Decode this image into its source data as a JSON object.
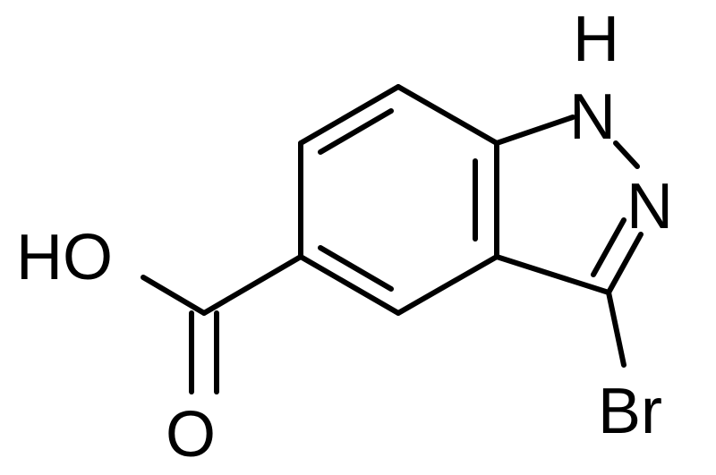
{
  "molecule": {
    "atoms": {
      "h_top": "H",
      "n1": "N",
      "n2": "N",
      "ho": "HO",
      "o": "O",
      "br": "Br"
    }
  },
  "colors": {
    "bond": "#000000",
    "background": "#ffffff"
  }
}
